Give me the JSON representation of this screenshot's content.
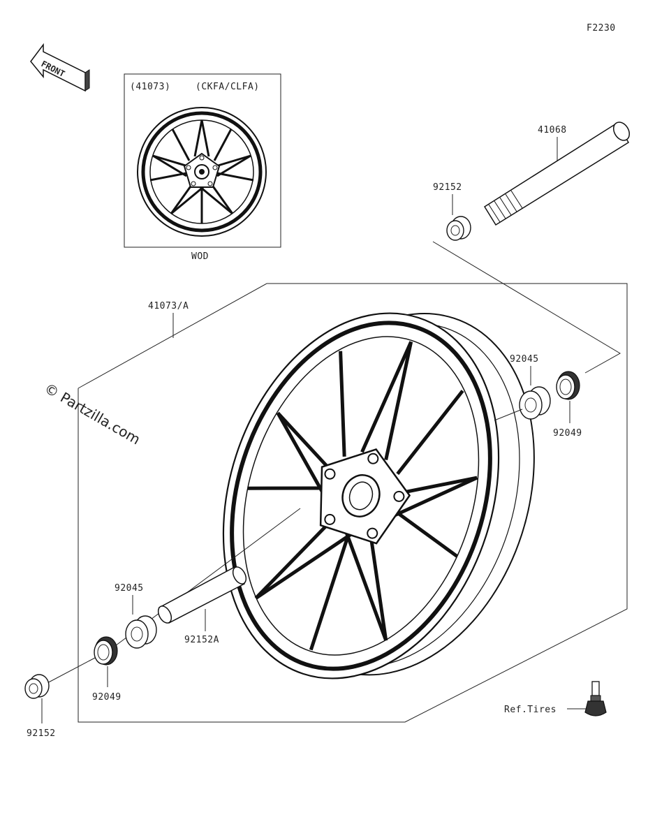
{
  "diagram": {
    "figure_code": "F2230",
    "front_label": "FRONT",
    "watermark": "© Partzilla.com",
    "inset": {
      "header_part": "(41073)",
      "header_models": "(CKFA/CLFA)",
      "caption": "WOD"
    },
    "parts": {
      "wheel": "41073/A",
      "axle": "41068",
      "collar_top": "92152",
      "bearing_right": "92045",
      "seal_right": "92049",
      "bearing_left": "92045",
      "spacer": "92152A",
      "seal_left": "92049",
      "collar_left": "92152",
      "valve_ref": "Ref.Tires"
    }
  }
}
